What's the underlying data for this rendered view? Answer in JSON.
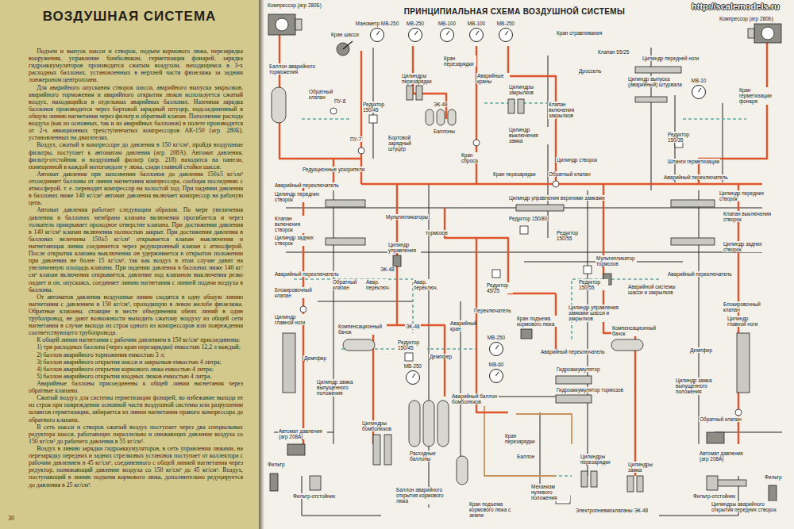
{
  "diagram": {
    "title": "ПРИНЦИПИАЛЬНАЯ СХЕМА ВОЗДУШНОЙ СИСТЕМЫ",
    "nodes": [
      {
        "text": [
          "ВОЗДУШНАЯ СИСТЕМА",
          "Подъем и выпуск шасси и створок, подъем кормового люка, перезарядка вооружения, управление бомболюком, герметизация фонарей, зарядка гидроаккумуляторов производятся сжатым воздухом, находящимся в 3-х расходных баллонах, установленных в верхней части фюзеляжа за задним лонжероном центроплана.",
          "Для аварийного опускания створок шасси, аварийного выпуска закрылков, аварийного торможения и аварийного открытия люков используется сжатый воздух, находящийся в отдельных аварийных баллонах. Наземная зарядка баллонов производится через бортовой зарядный штуцер, подсоединенный в общую линию нагнетания через фильтр и обратный клапан. Пополнение расхода воздуха (как из основных, так и из аварийных баллонов) в полете производится от 2-х авиационных трехступенчатых компрессоров АК-150 (агр. 280Б), установленных на двигателях.",
          "Воздух, сжатый в компрессоре до давления в 150 кг/см², пройдя воздушные фильтры, поступает к автоматам давления (агр. 208А). Автомат давления, фильтр-отстойник и воздушный фильтр (агр. 218) находятся на панели, помещенной в каждой мотогондоле у люка, сзади главной стойки шасси.",
          "Автомат давления при заполнении баллонов до давления 150±5 кг/см² отсоединяет баллоны от линии нагнетания компрессора, сообщая последнюю с атмосферой, т. е. переводит компрессор на холостой ход. При падении давления в баллонах ниже 140 кг/см² автомат давления включает компрессор на рабочую цепь.",
          "Автомат давления работает следующим образом. По мере увеличения давления в баллонах мембрана клапана включения прогибается и через толкатель прикрывает проходное отверстие клапана. При достижении давления в 140 кг/см² клапан включения полностью закрыт. При достижении давления в баллонах величины 150±5 кг/см² открывается клапан выключения и нагнетающая линия соединяется через редукционный клапан с атмосферой. После открытия клапана выключения он удерживается в открытом положении при давлении не более 15 кг/см², так как воздух в этом случае давит на увеличенную площадь клапана. При падении давления в баллонах ниже 140 кг/см² клапан включения открывается, давление под клапаном выключения резко падает и он, опускаясь, соединяет линию нагнетания с линией подачи воздуха в баллоны.",
          "От автоматов давления воздушные линии сходятся в одну общую линию нагнетания с давлением в 150 кг/см², проходящую в левом желобе фюзеляжа. Обратные клапаны, стоящие в месте объединения обеих линий в один трубопровод, не дают возможности выходить сжатому воздуху из общей сети нагнетания в случае выхода из строя одного из компрессоров или повреждения соответствующего трубопровода.",
          "К общей линии нагнетания с рабочим давлением в 150 кг/см² присоединены:",
          "1) три расходных баллона (через кран перезарядки) емкостью 12,2 л каждый;",
          "2) баллон аварийного торможения емкостью 3 л;",
          "3) баллон аварийного открытия шасси и закрылков емкостью 4 литра;",
          "4) баллон аварийного открытия кормового люка емкостью 4 литра;",
          "5) баллон аварийного открытия входных люков емкостью 4 литра.",
          "Аварийные баллоны присоединены к общей линии нагнетания через обратные клапаны.",
          "Сжатый воздух для системы герметизации фонарей, во избежание выхода ее из строя при повреждении основной части воздушной системы или разрушении шлангов герметизации, забирается из линии нагнетания правого компрессора до обратного клапана.",
          "В сеть шасси и створок сжатый воздух поступает через два специальных редуктора шасси, работающих параллельно и снижающих давление воздуха со 150 кг/см² до рабочего давления в 55 кг/см².",
          "Воздух в линию зарядки гидроаккумуляторов, в сеть управления люками, на перезарядку передних и задних стрелковых установок поступает от коллектора с рабочим давлением в 45 кг/см², соединенного с общей линией нагнетания через редуктор, понижающий давление воздуха со 150 кг/см² до 45 кг/см². Воздух, поступающий в линию подъема кормового люка, дополнительно редуцируется до давления в 25 кг/см².",
          "30"
        ]
      },
      {
        "text": [
          "Манометр МВ-250"
        ]
      },
      {
        "text": [
          "МВ-250"
        ]
      },
      {
        "text": [
          "МВ-100"
        ]
      },
      {
        "text": [
          "МВ-100"
        ]
      },
      {
        "text": [
          "МВ-250"
        ]
      },
      {
        "text": [
          "МВ-10"
        ]
      },
      {
        "text": [
          "МВ-250"
        ]
      },
      {
        "text": [
          "МВ-250"
        ]
      },
      {
        "text": [
          "МВ-60"
        ]
      }
    ],
    "labels": [
      "Компрессор (агр 280Б)",
      "Компрессор (агр 280Б)",
      "Кран шасси",
      "Кран стравливания",
      "Клапан 55/25",
      "Цилиндр передней ноги",
      "Дроссель",
      "Цилиндр выпуска (аварийный) штурвала",
      "Кран герметизации фонаря",
      "Баллон аварийного торможения",
      "Обратный клапан",
      "Кран перезарядки",
      "Аварийные краны",
      "Цилиндры перезарядки",
      "Цилиндры закрылков",
      "Клапан включения закрылков",
      "Редуктор 150/45",
      "ПУ-8",
      "ЭК-48",
      "Баллоны",
      "ПУ-7",
      "Бортовой зарядный штуцер",
      "Кран сброса",
      "Цилиндр выключения замка",
      "Цилиндр створок",
      "Редуктор 150/35",
      "Шланги герметизации",
      "Редукционные ускорители",
      "Кран перезарядки",
      "Обратный клапан",
      "Аварийный переключатель",
      "Аварийный переключатель",
      "Цилиндр передних створок",
      "Цилиндр управления верхними замками",
      "Цилиндр передних створок",
      "Клапан включения створок",
      "Клапан выключения створок",
      "Цилиндр задних створок",
      "Цилиндр задних створок",
      "Мультипликаторы",
      "тормозов",
      "Цилиндр управления",
      "Редуктор 150/80",
      "Редуктор 150/55",
      "Мультипликатор тормозов",
      "Аварийный переключатель",
      "ЭК-48",
      "Авар. переключ.",
      "Авар. переключ.",
      "Блокировочный клапан",
      "Обратный клапан",
      "Аварийный переключатель",
      "Редуктор 150/55",
      "Редуктор 45/25",
      "Аварийной системы шасси и закрылков",
      "Цилиндр управления замками шасси и закрылков",
      "Блокировочный клапан",
      "ЭК-48",
      "Переключатель",
      "Кран подъема кормового люка",
      "Аварийный кран",
      "Редуктор 150/45",
      "Компенсационный бачок",
      "Компенсационный бачок",
      "Цилиндр главной ноги",
      "Цилиндр главной ноги",
      "Демпфер",
      "Демпфер",
      "Демпфер",
      "Аварийный переключатель",
      "Гидроаккумулятор",
      "Гидроаккумулятор тормозов",
      "Цилиндр замка выпущенного положения",
      "Цилиндр замка выпущенного положения",
      "Аварийный баллон бомболюков",
      "Обратный клапан",
      "Автомат давления (агр 208А)",
      "Автомат давления (агр 208А)",
      "Цилиндры бомболюков",
      "Расходные баллоны",
      "Кран перезарядки",
      "Баллон",
      "Цилиндры перезарядки",
      "Фильтр",
      "Фильтр",
      "Фильтр-отстойник",
      "Фильтр-отстойник",
      "Баллон аварийного открытия кормового люка",
      "Кран подъема кормового люка с земли",
      "Механизм нулевого положения",
      "Электропневмоклапаны ЭК-48",
      "Цилиндры замка",
      "Цилиндры аварийного открытия передних створок",
      "http://scalemodels.ru"
    ]
  }
}
